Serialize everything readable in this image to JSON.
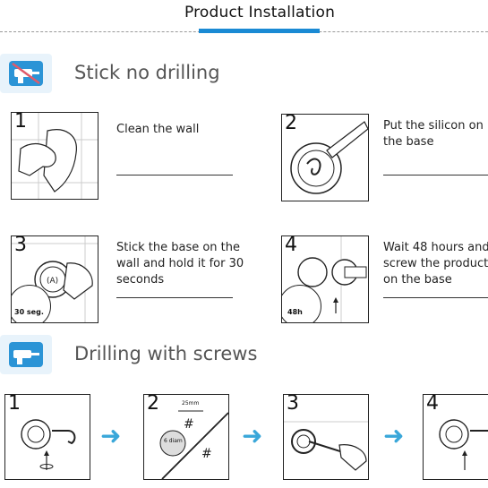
{
  "title": "Product Installation",
  "colors": {
    "accent": "#1a8ad4",
    "arrow": "#3aa7d9",
    "icon_bg": "#e8f3fb"
  },
  "section1": {
    "title": "Stick no drilling",
    "icon": "no-drill-icon",
    "steps": [
      {
        "num": "1",
        "lines": [
          "Clean the wall"
        ]
      },
      {
        "num": "2",
        "lines": [
          "Put the silicon on",
          "the base"
        ]
      },
      {
        "num": "3",
        "lines": [
          "Stick the base on the",
          "wall and hold it for 30",
          "seconds"
        ],
        "timer": "30 seg."
      },
      {
        "num": "4",
        "lines": [
          "Wait 48 hours and",
          "screw the product",
          "on the base"
        ],
        "timer": "48h"
      }
    ]
  },
  "section2": {
    "title": "Drilling with screws",
    "icon": "drill-icon",
    "steps": [
      {
        "num": "1"
      },
      {
        "num": "2",
        "dim_top": "25mm",
        "dim_hole": "6 diam"
      },
      {
        "num": "3"
      },
      {
        "num": "4"
      }
    ],
    "arrow": "➜"
  }
}
